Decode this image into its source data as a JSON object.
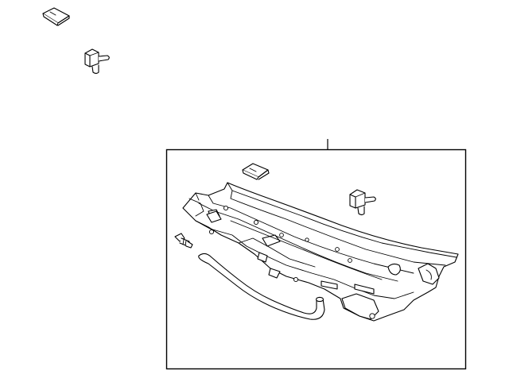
{
  "diagram": {
    "colors": {
      "line": "#000000",
      "background": "#ffffff"
    },
    "parts": [
      {
        "id": "cowl-seal-clip",
        "icon": "clip-icon"
      },
      {
        "id": "cowl-grommet-retainer",
        "icon": "grommet-icon"
      },
      {
        "id": "cowl-panel-assembly",
        "icon": "cowl-panel-icon"
      },
      {
        "id": "washer-nozzle",
        "icon": "nozzle-icon"
      },
      {
        "id": "washer-hose",
        "icon": "hose-icon"
      }
    ]
  }
}
